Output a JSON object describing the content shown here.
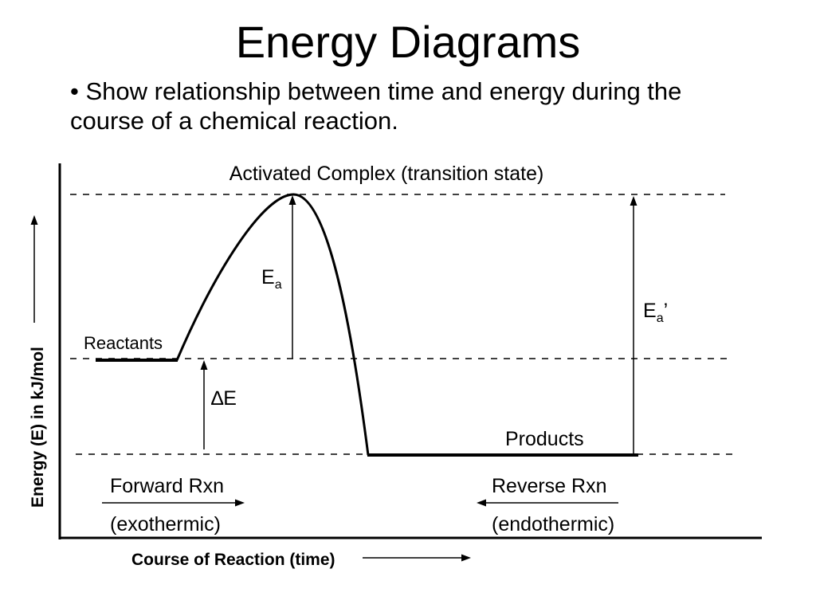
{
  "slide": {
    "title": "Energy Diagrams",
    "bullet_marker": "•",
    "bullet_text": "Show relationship between time and energy during the course of a chemical reaction."
  },
  "diagram": {
    "y_axis_label": "Energy (E) in kJ/mol",
    "x_axis_label": "Course of Reaction (time)",
    "activated_complex_label": "Activated Complex (transition state)",
    "reactants_label": "Reactants",
    "products_label": "Products",
    "activation_energy_forward": {
      "symbol": "E",
      "subscript": "a"
    },
    "activation_energy_reverse": {
      "symbol": "E",
      "subscript": "a",
      "prime": "’"
    },
    "delta_e_label": "∆E",
    "forward": {
      "label": "Forward Rxn",
      "type": "(exothermic)"
    },
    "reverse": {
      "label": "Reverse Rxn",
      "type": "(endothermic)"
    }
  },
  "colors": {
    "ink": "#000000",
    "background": "#ffffff"
  }
}
